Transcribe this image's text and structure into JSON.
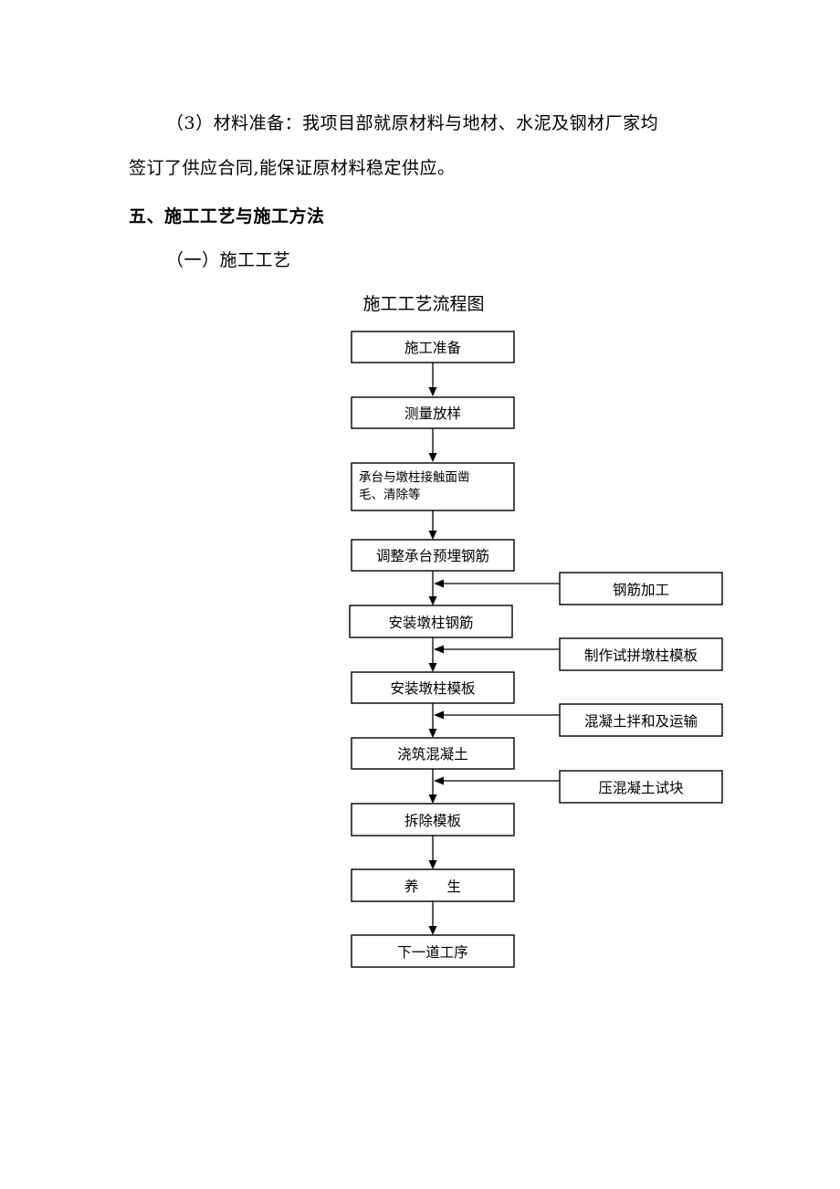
{
  "document": {
    "para1_line1": "（3）材料准备：我项目部就原材料与地材、水泥及钢材厂家均",
    "para1_line2": "签订了供应合同,能保证原材料稳定供应。",
    "section_heading": "五、施工工艺与施工方法",
    "subsection_heading": "（一）施工工艺",
    "chart_title": "施工工艺流程图"
  },
  "flowchart": {
    "main_steps": [
      {
        "id": "step-prepare",
        "label": "施工准备"
      },
      {
        "id": "step-survey",
        "label": "测量放样"
      },
      {
        "id": "step-roughen",
        "label_line1": "承台与墩柱接触面凿",
        "label_line2": "毛、清除等"
      },
      {
        "id": "step-adjust-rebar",
        "label": "调整承台预埋钢筋"
      },
      {
        "id": "step-install-rebar",
        "label": "安装墩柱钢筋"
      },
      {
        "id": "step-install-formwork",
        "label": "安装墩柱模板"
      },
      {
        "id": "step-pour",
        "label": "浇筑混凝土"
      },
      {
        "id": "step-remove-formwork",
        "label": "拆除模板"
      },
      {
        "id": "step-cure",
        "label": "养　　生"
      },
      {
        "id": "step-next",
        "label": "下一道工序"
      }
    ],
    "side_steps": [
      {
        "id": "side-rebar-processing",
        "label": "钢筋加工"
      },
      {
        "id": "side-trial-formwork",
        "label": "制作试拼墩柱模板"
      },
      {
        "id": "side-concrete-mix",
        "label": "混凝土拌和及运输"
      },
      {
        "id": "side-test-block",
        "label": "压混凝土试块"
      }
    ]
  }
}
